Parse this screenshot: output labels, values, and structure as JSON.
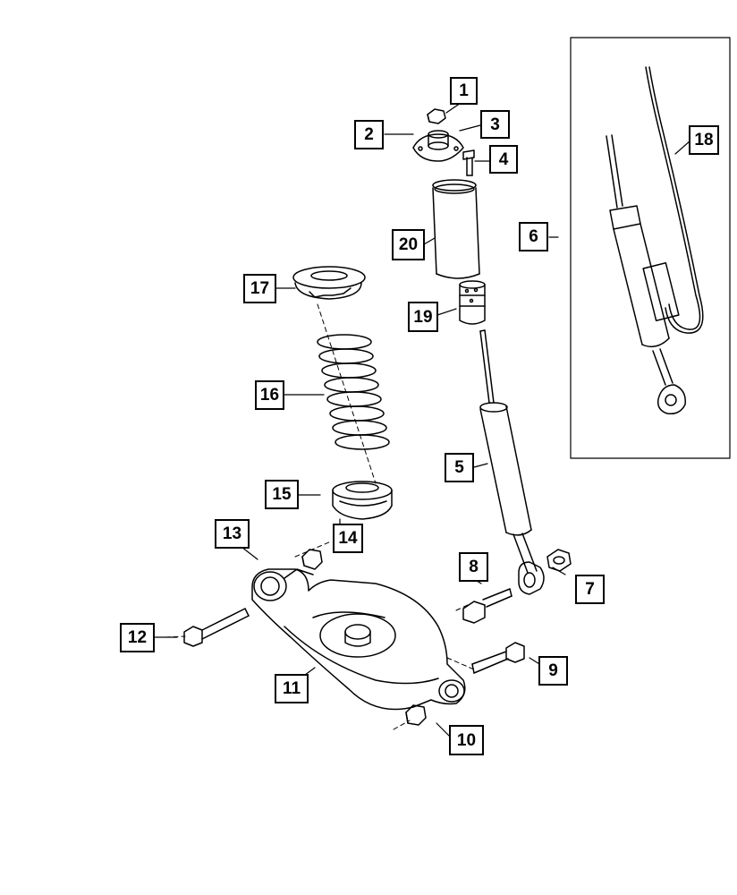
{
  "diagram": {
    "callouts": [
      "1",
      "2",
      "3",
      "4",
      "5",
      "6",
      "7",
      "8",
      "9",
      "10",
      "11",
      "12",
      "13",
      "14",
      "15",
      "16",
      "17",
      "18",
      "19",
      "20"
    ],
    "stroke_color": "#000000",
    "background_color": "#ffffff"
  }
}
